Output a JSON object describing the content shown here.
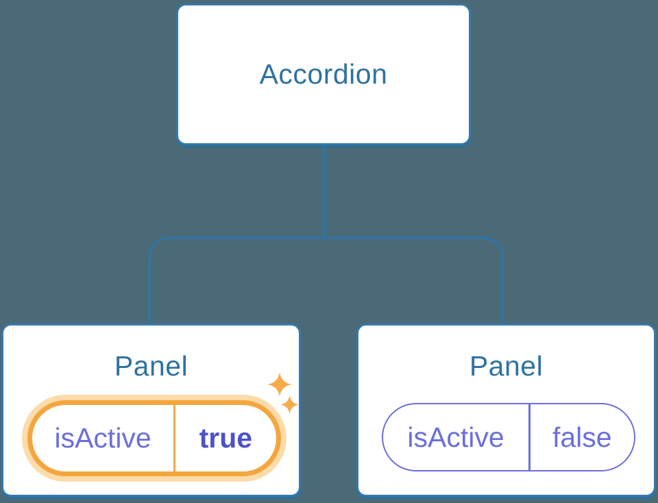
{
  "colors": {
    "canvas_bg": "#4a6a77",
    "node_bg": "#ffffff",
    "node_border": "#3578aa",
    "node_shadow": "#2d6f9e",
    "connector": "#2e74a6",
    "title_text": "#2f72a1",
    "state_text": "#6b6fdc",
    "state_value_active_text": "#4d52c6",
    "active_ring": "#f4a63e",
    "active_halo": "#fbdcaa",
    "active_divider": "#f1a84e",
    "sparkle": "#f6ac4b",
    "inactive_ring": "#6b6fdc"
  },
  "tree": {
    "root": {
      "label": "Accordion"
    },
    "panels": [
      {
        "title": "Panel",
        "state_name": "isActive",
        "state_value": "true",
        "active": true
      },
      {
        "title": "Panel",
        "state_name": "isActive",
        "state_value": "false",
        "active": false
      }
    ]
  }
}
